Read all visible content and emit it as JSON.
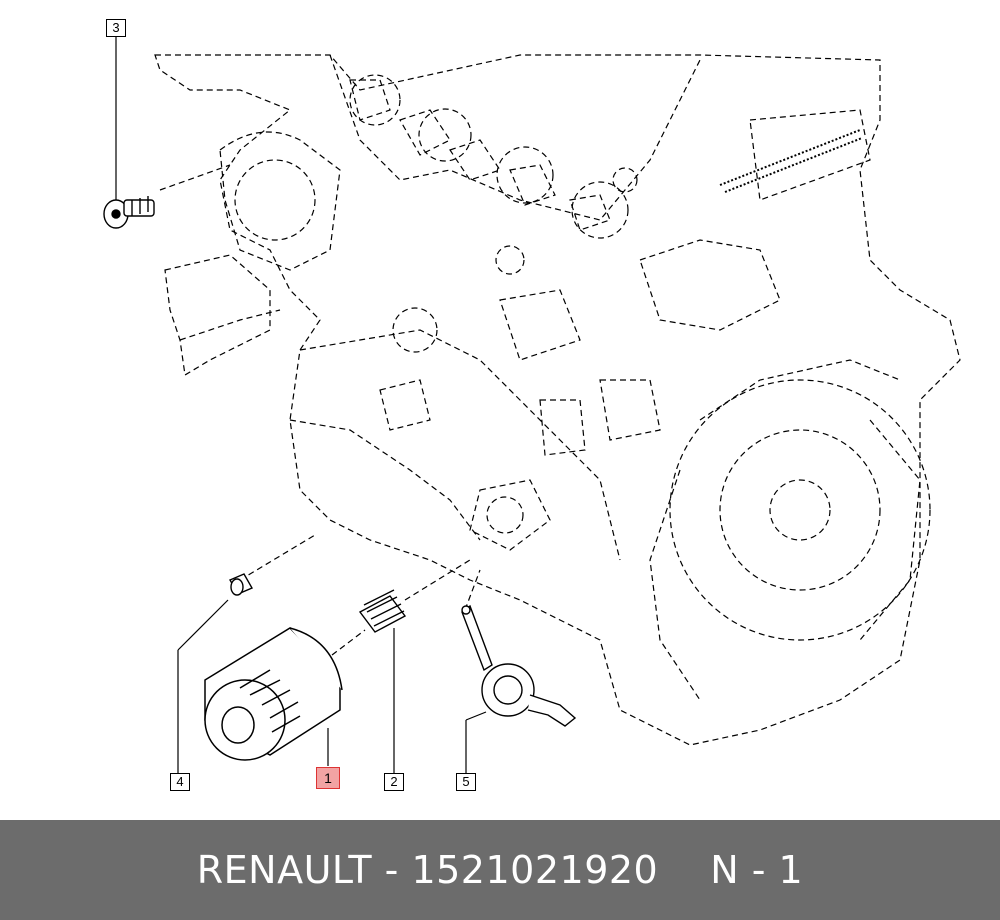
{
  "diagram": {
    "callouts": [
      {
        "id": "callout-3",
        "label": "3",
        "highlight": false
      },
      {
        "id": "callout-4",
        "label": "4",
        "highlight": false
      },
      {
        "id": "callout-1",
        "label": "1",
        "highlight": true
      },
      {
        "id": "callout-2",
        "label": "2",
        "highlight": false
      },
      {
        "id": "callout-5",
        "label": "5",
        "highlight": false
      }
    ],
    "highlight_color": "#f2a3a3"
  },
  "footer": {
    "brand": "RENAULT",
    "separator": " - ",
    "part_number": "1521021920",
    "ref": "N - 1"
  }
}
